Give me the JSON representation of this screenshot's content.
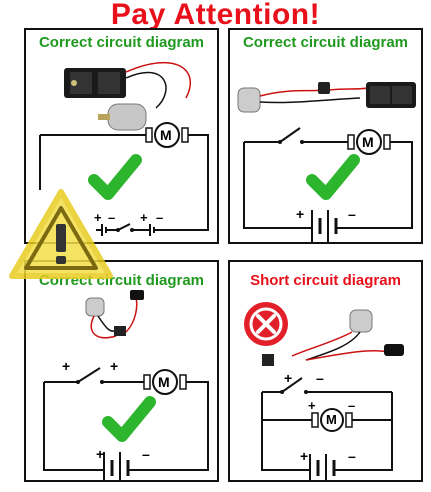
{
  "header": {
    "title": "Pay Attention!"
  },
  "panels": [
    {
      "title": "Correct circuit diagram"
    },
    {
      "title": "Correct circuit diagram"
    },
    {
      "title": "Correct circuit diagram"
    },
    {
      "title": "Short circuit diagram"
    }
  ],
  "symbols": {
    "motor": "M",
    "plus": "+",
    "minus": "–"
  },
  "colors": {
    "title_red": "#e8101a",
    "correct_green": "#1f9a1f",
    "check_green": "#2db52d",
    "warning_yellow": "#f4e04a",
    "error_red": "#e2202a"
  }
}
